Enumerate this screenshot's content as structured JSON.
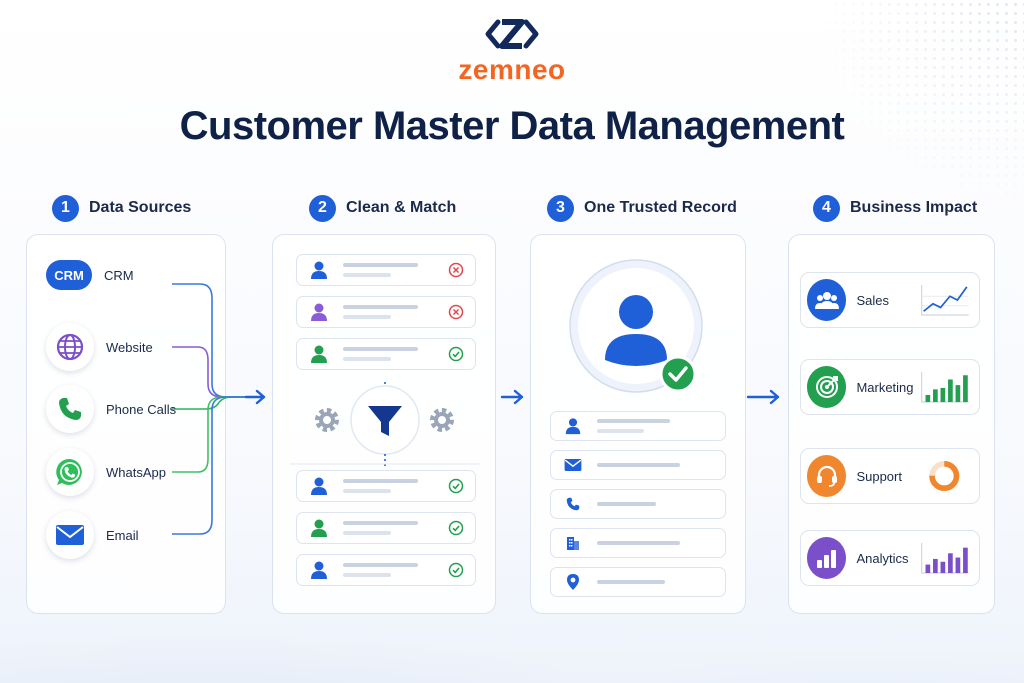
{
  "brand": {
    "name": "zemneo",
    "logo_icon": "z-logo-icon",
    "accent": "#f26522"
  },
  "title": "Customer Master Data Management",
  "colors": {
    "primary": "#1f5fd8",
    "success": "#22a050",
    "error": "#e0474c"
  },
  "steps": [
    {
      "number": "1",
      "label": "Data Sources"
    },
    {
      "number": "2",
      "label": "Clean & Match"
    },
    {
      "number": "3",
      "label": "One Trusted Record"
    },
    {
      "number": "4",
      "label": "Business Impact"
    }
  ],
  "sources": [
    {
      "label": "CRM",
      "badge": "CRM",
      "icon": "crm-cloud-icon",
      "line_color": "#3a78e0"
    },
    {
      "label": "Website",
      "icon": "globe-icon",
      "line_color": "#8a5cd6"
    },
    {
      "label": "Phone Calls",
      "icon": "phone-icon",
      "line_color": "#2fb35a"
    },
    {
      "label": "WhatsApp",
      "icon": "whatsapp-icon",
      "line_color": "#3ec06a"
    },
    {
      "label": "Email",
      "icon": "email-icon",
      "line_color": "#3a78e0"
    }
  ],
  "clean_match": {
    "input_records": [
      {
        "icon": "user-icon",
        "color": "#1f5fd8",
        "status": "rejected"
      },
      {
        "icon": "user-icon",
        "color": "#8a5cd6",
        "status": "rejected"
      },
      {
        "icon": "user-icon",
        "color": "#22a050",
        "status": "accepted"
      }
    ],
    "process_icons": [
      "gear-icon",
      "funnel-icon",
      "gear-icon"
    ],
    "output_records": [
      {
        "icon": "user-icon",
        "color": "#1f5fd8",
        "status": "accepted"
      },
      {
        "icon": "user-icon",
        "color": "#22a050",
        "status": "accepted"
      },
      {
        "icon": "user-icon",
        "color": "#1f5fd8",
        "status": "accepted"
      }
    ]
  },
  "trusted_record": {
    "avatar_icon": "user-avatar-icon",
    "verified_icon": "check-badge-icon",
    "fields": [
      "user-icon",
      "email-icon",
      "phone-icon",
      "building-icon",
      "location-pin-icon"
    ]
  },
  "impacts": [
    {
      "label": "Sales",
      "icon": "team-icon",
      "color": "#1f5fd8",
      "mini": "line-chart-icon"
    },
    {
      "label": "Marketing",
      "icon": "target-icon",
      "color": "#22a050",
      "mini": "bar-chart-icon",
      "bars": [
        0.25,
        0.45,
        0.5,
        0.8,
        0.6,
        0.95
      ]
    },
    {
      "label": "Support",
      "icon": "headset-icon",
      "color": "#f0862e",
      "mini": "donut-chart-icon",
      "donut_fill": 0.75
    },
    {
      "label": "Analytics",
      "icon": "analytics-icon",
      "color": "#7b4fc9",
      "mini": "bar-chart-icon",
      "bars": [
        0.3,
        0.5,
        0.4,
        0.7,
        0.55,
        0.9
      ]
    }
  ]
}
